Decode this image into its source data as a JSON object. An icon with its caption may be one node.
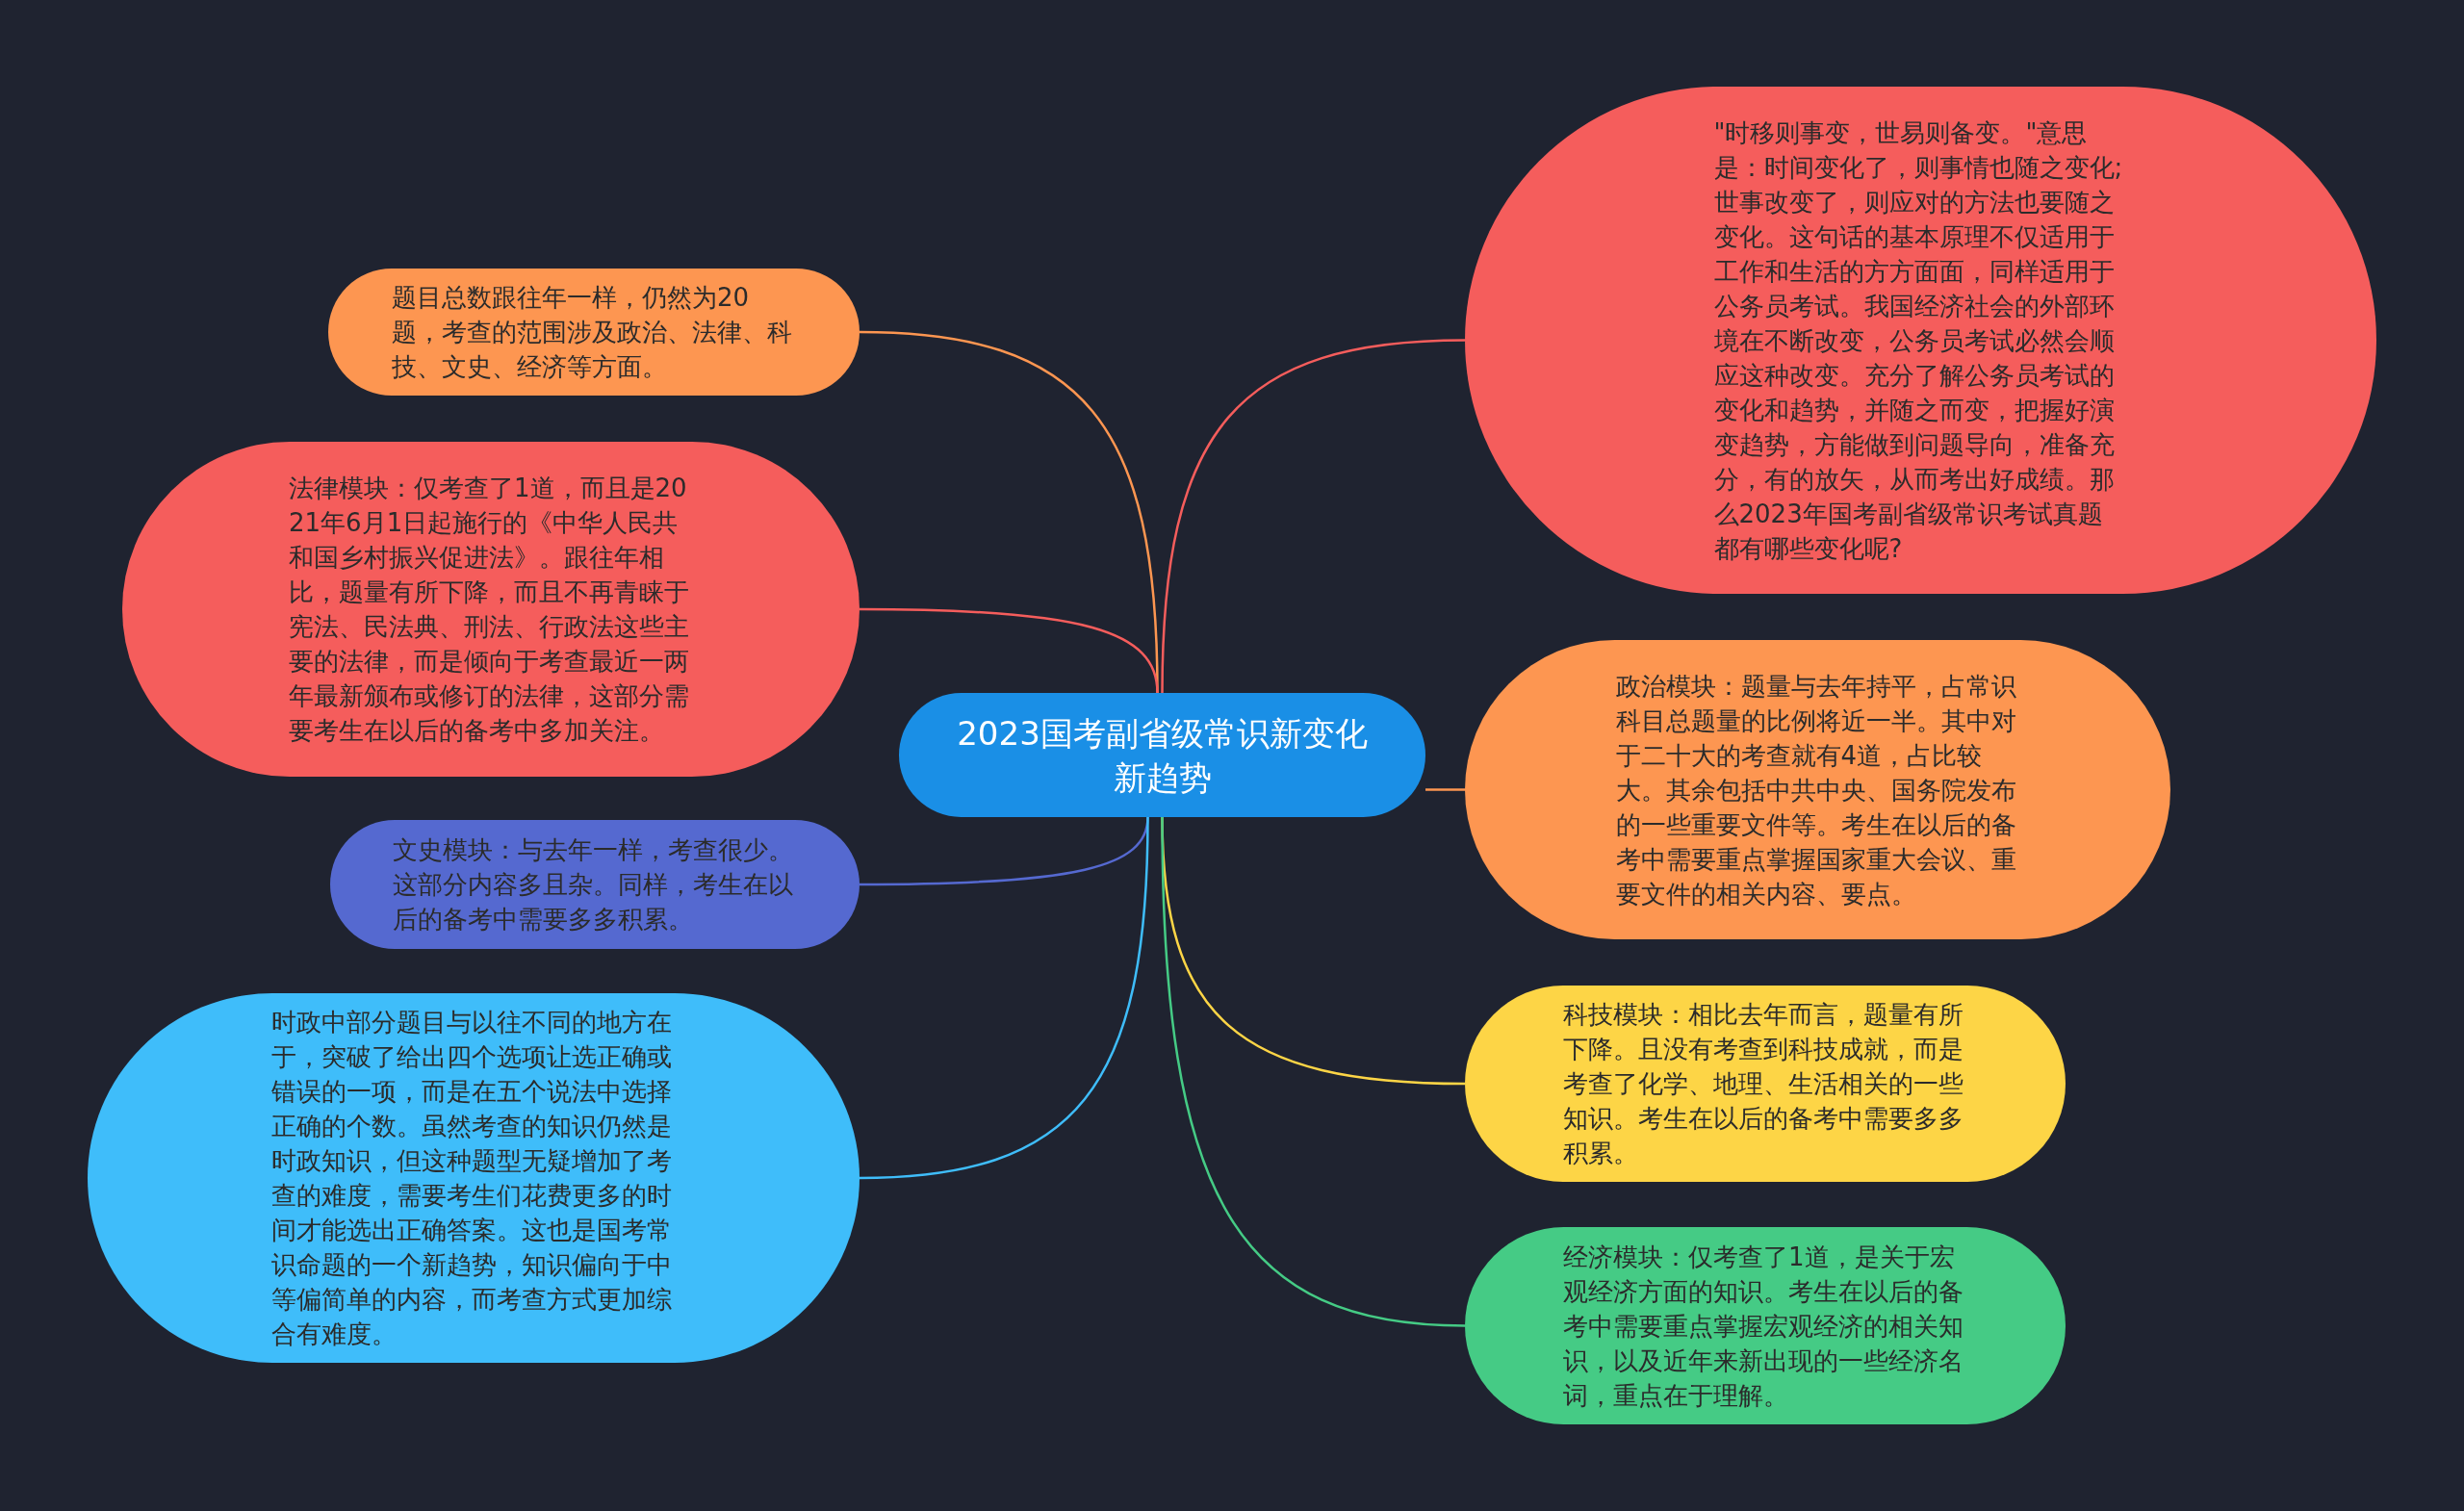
{
  "diagram": {
    "nodes": [
      {
        "text": [
          "2023国考副省级常识新变化新趋势"
        ]
      },
      {
        "text": [
          "题目总数跟往年一样，仍然为20题，考查的范围涉及政治、法律、科技、文史、经济等方面。"
        ]
      },
      {
        "text": [
          "法律模块：仅考查了1道，而且是2021年6月1日起施行的《中华人民共和国乡村振兴促进法》。跟往年相比，题量有所下降，而且不再青睐于宪法、民法典、刑法、行政法这些主要的法律，而是倾向于考查最近一两年最新颁布或修订的法律，这部分需要考生在以后的备考中多加关注。"
        ]
      },
      {
        "text": [
          "文史模块：与去年一样，考查很少。这部分内容多且杂。同样，考生在以后的备考中需要多多积累。"
        ]
      },
      {
        "text": [
          "时政中部分题目与以往不同的地方在于，突破了给出四个选项让选正确或错误的一项，而是在五个说法中选择正确的个数。虽然考查的知识仍然是时政知识，但这种题型无疑增加了考查的难度，需要考生们花费更多的时间才能选出正确答案。这也是国考常识命题的一个新趋势，知识偏向于中等偏简单的内容，而考查方式更加综合有难度。"
        ]
      },
      {
        "text": [
          "\"时移则事变，世易则备变。\"意思是：时间变化了，则事情也随之变化;世事改变了，则应对的方法也要随之变化。这句话的基本原理不仅适用于工作和生活的方方面面，同样适用于公务员考试。我国经济社会的外部环境在不断改变，公务员考试必然会顺应这种改变。充分了解公务员考试的变化和趋势，并随之而变，把握好演变趋势，方能做到问题导向，准备充分，有的放矢，从而考出好成绩。那么2023年国考副省级常识考试真题都有哪些变化呢?"
        ]
      },
      {
        "text": [
          "政治模块：题量与去年持平，占常识科目总题量的比例将近一半。其中对于二十大的考查就有4道，占比较大。其余包括中共中央、国务院发布的一些重要文件等。考生在以后的备考中需要重点掌握国家重大会议、重要文件的相关内容、要点。"
        ]
      },
      {
        "text": [
          "科技模块：相比去年而言，题量有所下降。且没有考查到科技成就，而是考查了化学、地理、生活相关的一些知识。考生在以后的备考中需要多多积累。"
        ]
      },
      {
        "text": [
          "经济模块：仅考查了1道，是关于宏观经济方面的知识。考生在以后的备考中需要重点掌握宏观经济的相关知识，以及近年来新出现的一些经济名词，重点在于理解。"
        ]
      }
    ],
    "edges": [
      {
        "from": 0,
        "to": 1,
        "arrow": "none",
        "color": "#fd9651"
      },
      {
        "from": 0,
        "to": 2,
        "arrow": "none",
        "color": "#f55d5c"
      },
      {
        "from": 0,
        "to": 3,
        "arrow": "none",
        "color": "#5569d0"
      },
      {
        "from": 0,
        "to": 4,
        "arrow": "none",
        "color": "#3fbdfa"
      },
      {
        "from": 0,
        "to": 5,
        "arrow": "none",
        "color": "#f55d5c"
      },
      {
        "from": 0,
        "to": 6,
        "arrow": "none",
        "color": "#fd9651"
      },
      {
        "from": 0,
        "to": 7,
        "arrow": "none",
        "color": "#fdd546"
      },
      {
        "from": 0,
        "to": 8,
        "arrow": "none",
        "color": "#45cb85"
      }
    ]
  }
}
